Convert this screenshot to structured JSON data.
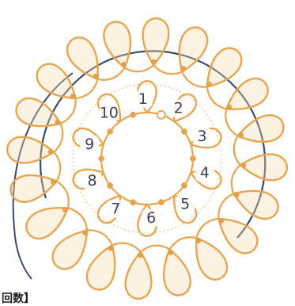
{
  "diagram": {
    "unit_numbers": [
      "1",
      "2",
      "3",
      "4",
      "5",
      "6",
      "7",
      "8",
      "9",
      "10"
    ],
    "caption": "回数】",
    "colors": {
      "thread_fill": "#f3d9a9",
      "thread_stroke": "#e7a550",
      "bead": "#e3a04e",
      "guide_ring": "#e9c78c",
      "cord": "#3c4a6a",
      "label_fill": "#ffffff",
      "number_text": "#3b3f5c"
    }
  }
}
